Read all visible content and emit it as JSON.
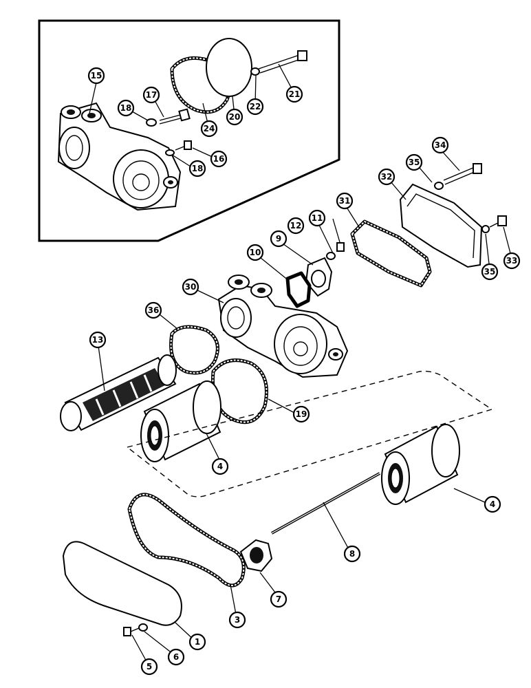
{
  "callouts": [
    {
      "id": "c15",
      "label": "15"
    },
    {
      "id": "c17",
      "label": "17"
    },
    {
      "id": "c18a",
      "label": "18"
    },
    {
      "id": "c18b",
      "label": "18"
    },
    {
      "id": "c16",
      "label": "16"
    },
    {
      "id": "c24",
      "label": "24"
    },
    {
      "id": "c20",
      "label": "20"
    },
    {
      "id": "c22",
      "label": "22"
    },
    {
      "id": "c21",
      "label": "21"
    },
    {
      "id": "c34",
      "label": "34"
    },
    {
      "id": "c35a",
      "label": "35"
    },
    {
      "id": "c32",
      "label": "32"
    },
    {
      "id": "c31",
      "label": "31"
    },
    {
      "id": "c11",
      "label": "11"
    },
    {
      "id": "c12",
      "label": "12"
    },
    {
      "id": "c9",
      "label": "9"
    },
    {
      "id": "c10",
      "label": "10"
    },
    {
      "id": "c33",
      "label": "33"
    },
    {
      "id": "c35b",
      "label": "35"
    },
    {
      "id": "c30",
      "label": "30"
    },
    {
      "id": "c36",
      "label": "36"
    },
    {
      "id": "c13",
      "label": "13"
    },
    {
      "id": "c19",
      "label": "19"
    },
    {
      "id": "c4a",
      "label": "4"
    },
    {
      "id": "c4b",
      "label": "4"
    },
    {
      "id": "c8",
      "label": "8"
    },
    {
      "id": "c7",
      "label": "7"
    },
    {
      "id": "c3",
      "label": "3"
    },
    {
      "id": "c1",
      "label": "1"
    },
    {
      "id": "c6",
      "label": "6"
    },
    {
      "id": "c5",
      "label": "5"
    }
  ]
}
